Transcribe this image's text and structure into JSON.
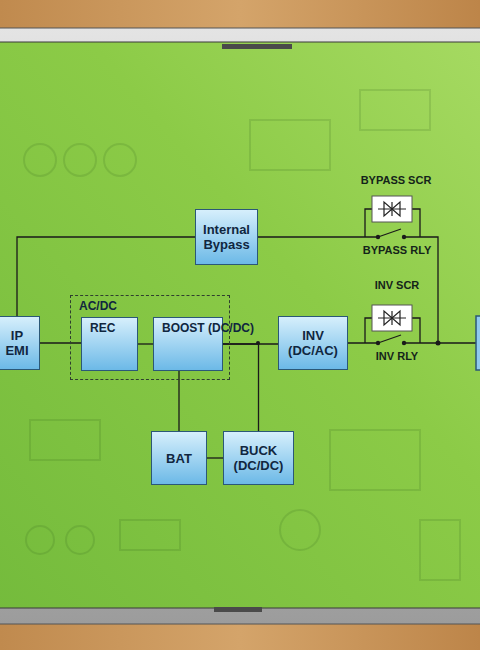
{
  "diagram": {
    "nodes": [
      {
        "text": [
          "Internal Bypass"
        ]
      },
      {
        "text": [
          "IP EMI"
        ]
      },
      {
        "text": [
          "AC/DC"
        ]
      },
      {
        "text": [
          "REC"
        ],
        "in": 2
      },
      {
        "text": [
          "BOOST (DC/DC)"
        ],
        "in": 2
      },
      {
        "text": [
          "INV (DC/AC)"
        ]
      },
      {
        "text": [
          "BAT"
        ]
      },
      {
        "text": [
          "BUCK (DC/DC)"
        ]
      }
    ],
    "edges": [
      {
        "from": 1,
        "to": 0,
        "arrow": "none"
      },
      {
        "from": 1,
        "to": 3,
        "arrow": "none"
      },
      {
        "from": 3,
        "to": 4,
        "arrow": "none"
      },
      {
        "from": 4,
        "to": 5,
        "arrow": "none"
      },
      {
        "from": 4,
        "to": 6,
        "arrow": "none"
      },
      {
        "from": 4,
        "to": 7,
        "arrow": "none"
      },
      {
        "from": 6,
        "to": 7,
        "arrow": "none"
      }
    ],
    "labels": [
      "BYPASS SCR",
      "BYPASS RLY",
      "INV SCR",
      "INV RLY"
    ]
  }
}
